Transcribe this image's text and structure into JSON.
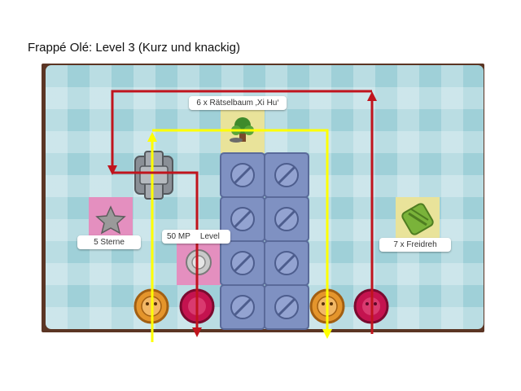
{
  "title": "Frappé Olé: Level 3 (Kurz und knackig)",
  "callouts": {
    "raetselbaum": "6 x Rätselbaum ‚Xi Hu‘",
    "sterne": "5 Sterne",
    "mp": "50 MP",
    "level": "Level",
    "freidreh": "7 x Freidreh"
  },
  "colors": {
    "board_bg": "#9fd0d8",
    "frame": "#5b3524",
    "red_arrow": "#c0141d",
    "yellow_arrow": "#ffff00",
    "metal_block": "#7f91c2",
    "pink_tile": "#e48fbf",
    "yellow_tile": "#e9e39a",
    "orange_piece": "#e4952c",
    "magenta_piece": "#c4134f"
  },
  "pieces": {
    "star_icon": "star-icon",
    "cow_icon": "cow-icon",
    "tree_icon": "tree-icon",
    "spring_icon": "spring-icon",
    "gear_icon": "gear-icon",
    "blocker_icon": "blocker-icon"
  }
}
